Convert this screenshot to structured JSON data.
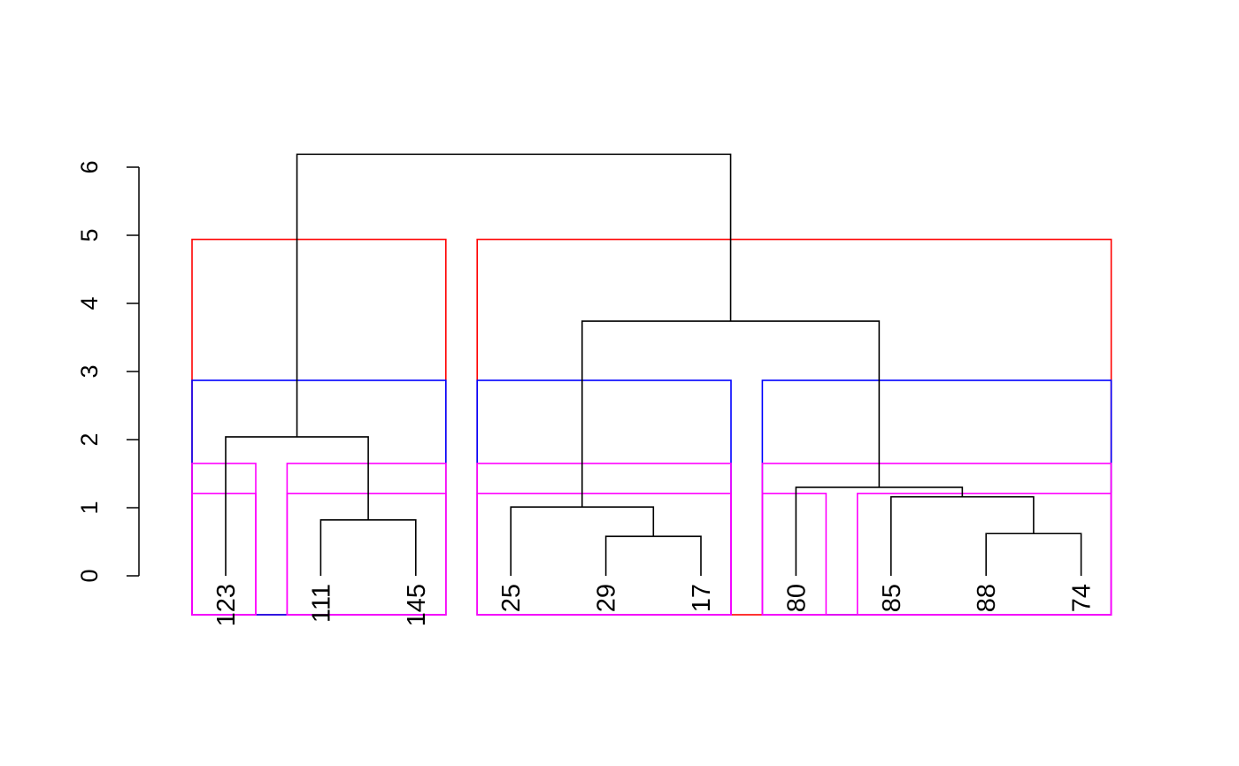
{
  "chart_data": {
    "type": "dendrogram",
    "title": "",
    "xlabel": "",
    "ylabel": "",
    "ylim": [
      0,
      6.2
    ],
    "yticks": [
      0,
      1,
      2,
      3,
      4,
      5,
      6
    ],
    "leaves": [
      "123",
      "111",
      "145",
      "25",
      "29",
      "17",
      "80",
      "85",
      "88",
      "74"
    ],
    "merges": [
      {
        "left": "111",
        "right": "145",
        "height": 0.82
      },
      {
        "left": "123",
        "right": [
          "111",
          "145"
        ],
        "height": 2.04
      },
      {
        "left": "29",
        "right": "17",
        "height": 0.58
      },
      {
        "left": "25",
        "right": [
          "29",
          "17"
        ],
        "height": 1.01
      },
      {
        "left": "88",
        "right": "74",
        "height": 0.62
      },
      {
        "left": "85",
        "right": [
          "88",
          "74"
        ],
        "height": 1.16
      },
      {
        "left": "80",
        "right": [
          "85",
          "88",
          "74"
        ],
        "height": 1.3
      },
      {
        "left": [
          "25",
          "29",
          "17"
        ],
        "right": [
          "80",
          "85",
          "88",
          "74"
        ],
        "height": 3.74
      },
      {
        "left": [
          "123",
          "111",
          "145"
        ],
        "right": [
          "25",
          "29",
          "17",
          "80",
          "85",
          "88",
          "74"
        ],
        "height": 6.19
      }
    ],
    "cluster_boxes": [
      {
        "color": "#ff0000",
        "cut_height": 4.94,
        "groups": [
          [
            "123",
            "111",
            "145"
          ],
          [
            "25",
            "29",
            "17",
            "80",
            "85",
            "88",
            "74"
          ]
        ]
      },
      {
        "color": "#0000ff",
        "cut_height": 2.87,
        "groups": [
          [
            "123",
            "111",
            "145"
          ],
          [
            "25",
            "29",
            "17"
          ],
          [
            "80",
            "85",
            "88",
            "74"
          ]
        ]
      },
      {
        "color": "#ff00ff",
        "cut_height": 1.65,
        "groups": [
          [
            "123"
          ],
          [
            "111",
            "145"
          ],
          [
            "25",
            "29",
            "17"
          ],
          [
            "80",
            "85",
            "88",
            "74"
          ]
        ]
      },
      {
        "color": "#ff00ff",
        "cut_height": 1.21,
        "groups": [
          [
            "123"
          ],
          [
            "111",
            "145"
          ],
          [
            "25",
            "29",
            "17"
          ],
          [
            "80"
          ],
          [
            "85",
            "88",
            "74"
          ]
        ]
      }
    ]
  }
}
